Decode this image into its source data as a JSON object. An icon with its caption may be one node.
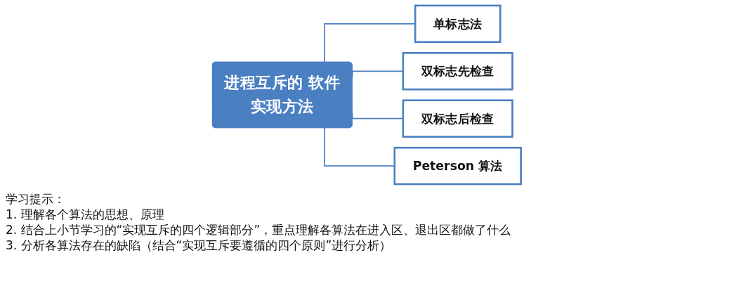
{
  "diagram": {
    "nodes": [
      {
        "text": [
          "进程互斥的 软件实现方法"
        ]
      },
      {
        "text": [
          "单标志法"
        ]
      },
      {
        "text": [
          "双标志先检查"
        ]
      },
      {
        "text": [
          "双标志后检查"
        ]
      },
      {
        "text": [
          "Peterson 算法"
        ]
      }
    ],
    "edges": [
      {
        "from": 0,
        "to": 1,
        "arrow": "none"
      },
      {
        "from": 0,
        "to": 2,
        "arrow": "none"
      },
      {
        "from": 0,
        "to": 3,
        "arrow": "none"
      },
      {
        "from": 0,
        "to": 4,
        "arrow": "none"
      }
    ],
    "labels": [
      "学习提示：",
      "1.  理解各个算法的思想、原理",
      "2.  结合上小节学习的“实现互斥的四个逻辑部分”，重点理解各算法在进入区、退出区都做了什么",
      "3.  分析各算法存在的缺陷（结合“实现互斥要遵循的四个原则”进行分析）"
    ]
  }
}
